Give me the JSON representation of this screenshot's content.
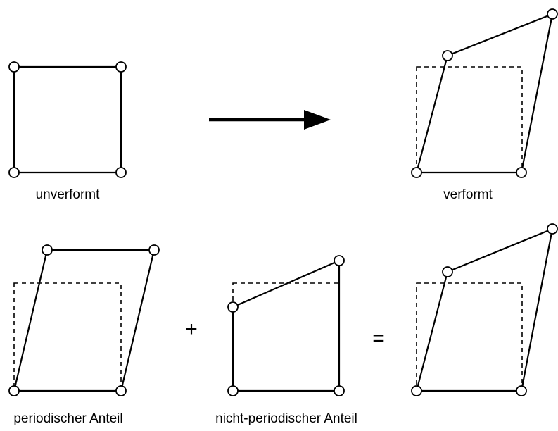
{
  "labels": {
    "undeformed": "unverformt",
    "deformed": "verformt",
    "periodic": "periodischer Anteil",
    "non_periodic": "nicht-periodischer Anteil"
  },
  "operators": {
    "plus": "+",
    "equals": "="
  },
  "colors": {
    "stroke": "#000000",
    "background": "#ffffff",
    "node_fill": "#ffffff"
  }
}
